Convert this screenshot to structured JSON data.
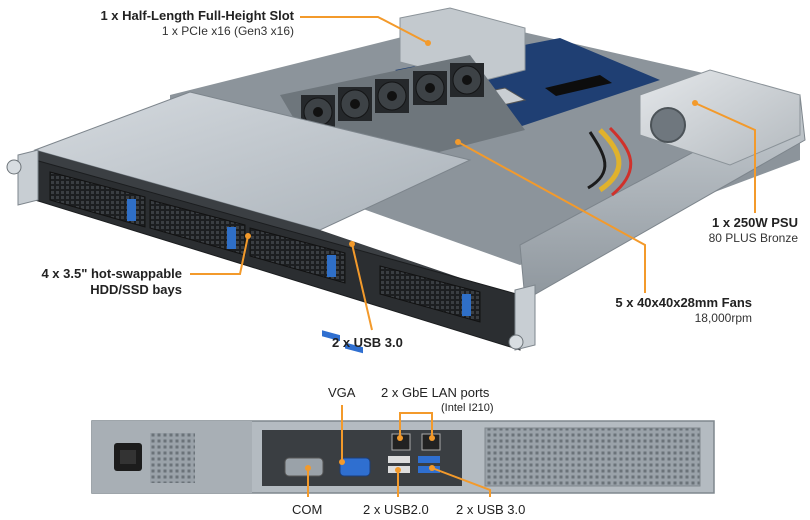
{
  "colors": {
    "accent": "#f39a2b",
    "chassis_light": "#b9c0c6",
    "chassis_dark": "#2b2e31",
    "drive_latch": "#2f6fc7",
    "usb_blue": "#2f6fd0"
  },
  "callouts": {
    "slot": {
      "title": "1 x Half-Length Full-Height Slot",
      "subtitle": "1 x PCIe x16 (Gen3 x16)"
    },
    "psu": {
      "title": "1 x 250W PSU",
      "subtitle": "80 PLUS Bronze"
    },
    "bays": {
      "title_line1": "4 x 3.5\" hot-swappable",
      "title_line2": "HDD/SSD bays"
    },
    "fans": {
      "title": "5 x 40x40x28mm Fans",
      "subtitle": "18,000rpm"
    },
    "front_usb": {
      "title": "2 x USB 3.0"
    }
  },
  "rear": {
    "vga": "VGA",
    "lan": "2 x GbE LAN ports",
    "lan_note": "(Intel I210)",
    "com": "COM",
    "usb2": "2 x USB2.0",
    "usb3": "2 x USB 3.0"
  }
}
